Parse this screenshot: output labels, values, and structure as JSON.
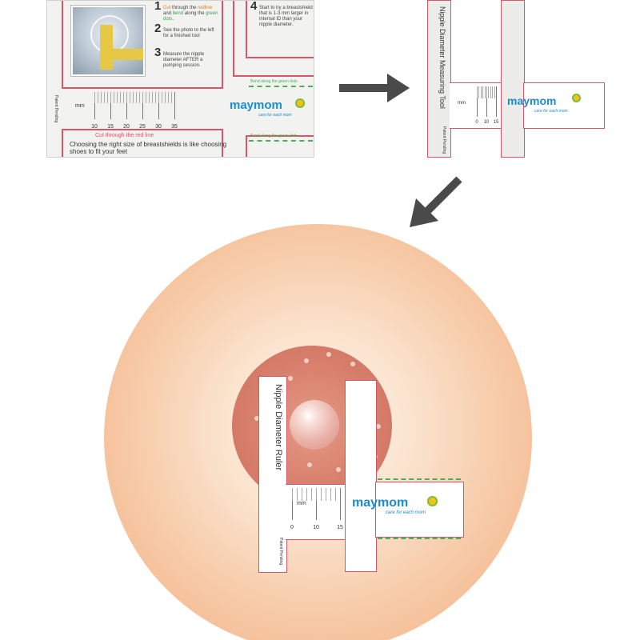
{
  "sheet": {
    "steps": [
      {
        "num": "1",
        "pre": "",
        "orange": "Cut",
        "mid": " through the ",
        "orange2": "redline",
        "mid2": " and ",
        "green": "bend",
        "post": " along the ",
        "green2": "green dots",
        "end": "."
      },
      {
        "num": "2",
        "text": "See the photo to the left for a finished tool"
      },
      {
        "num": "3",
        "text": "Measure the nipple diameter AFTER a pumping session."
      },
      {
        "num": "4",
        "text": "Start to try a breastshield that is 1-3 mm larger in internal ID than your nipple diameter."
      }
    ],
    "bend_note_1": "Bend along the green dots",
    "bend_note_2": "Bend along the green dots",
    "ruler_unit": "mm",
    "ruler_ticks": [
      "10",
      "15",
      "20",
      "25",
      "30",
      "35"
    ],
    "vertical_label": "Patent Pending",
    "cut_title": "Cut through the red line",
    "cut_text": "Choosing the right size of breastshields is like choosing shoes to fit your feet"
  },
  "logo": {
    "brand": "maymom",
    "tagline": "care for each mom"
  },
  "cut_tool": {
    "title": "Nipple Diameter Measuring Tool",
    "ruler_unit": "mm",
    "ruler_ticks": [
      "0",
      "10",
      "15"
    ],
    "vertical_label": "Patent Pending"
  },
  "diagram": {
    "title": "Nipple Diameter Ruler",
    "ruler_unit": "mm",
    "ruler_ticks": [
      "0",
      "10",
      "15"
    ],
    "vertical_label": "Patent Pending"
  },
  "colors": {
    "cut_line": "#d9556a",
    "bend_dots": "#4cae5a",
    "brand": "#1a8ccf",
    "arrow": "#4a4a4a"
  },
  "icons": {
    "arrow_right": "arrow-right-icon",
    "arrow_down_left": "arrow-down-left-icon",
    "flower": "flower-icon"
  }
}
